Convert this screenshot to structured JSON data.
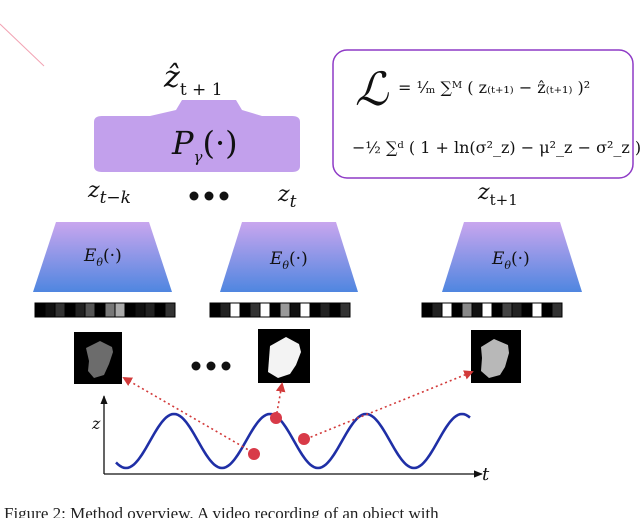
{
  "predictor": {
    "output_label": "ẑ",
    "output_subscript": "t + 1",
    "label": "P",
    "label_subscript": "γ",
    "label_arg": "(·)"
  },
  "loss": {
    "symbol": "ℒ",
    "line1": "=  ¹⁄ₘ ∑ᴹ ( z₍ₜ₊₁₎ − ẑ₍ₜ₊₁₎ )²",
    "line2": "−½ ∑ᵈ ( 1 + ln(σ²_z) − μ²_z − σ²_z )"
  },
  "encoders": [
    {
      "input_label": "z",
      "input_subscript": "t−k",
      "label": "E",
      "label_subscript": "θ",
      "label_arg": "(·)"
    },
    {
      "input_label": "z",
      "input_subscript": "t",
      "label": "E",
      "label_subscript": "θ",
      "label_arg": "(·)"
    },
    {
      "input_label": "z",
      "input_subscript": "t+1",
      "label": "E",
      "label_subscript": "θ",
      "label_arg": "(·)"
    }
  ],
  "ellipsis": "•••",
  "plot": {
    "y_axis_label": "z",
    "x_axis_label": "t"
  },
  "caption": "Figure 2: Method overview. A video recording of an object with"
}
